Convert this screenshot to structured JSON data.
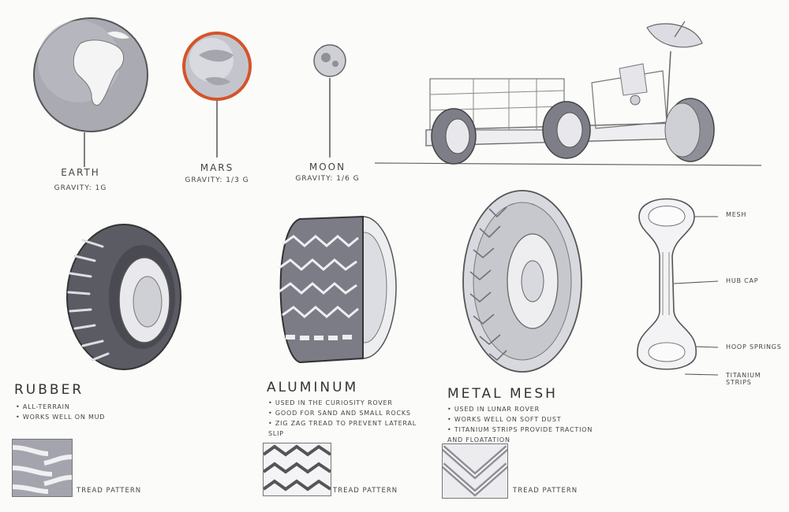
{
  "planets": [
    {
      "name": "Earth",
      "gravity": "Gravity: 1G"
    },
    {
      "name": "Mars",
      "gravity": "Gravity: 1/3 G"
    },
    {
      "name": "Moon",
      "gravity": "Gravity: 1/6 G"
    }
  ],
  "tires": [
    {
      "title": "Rubber",
      "notes": [
        "All-terrain",
        "Works well on mud"
      ],
      "tread_label": "Tread pattern"
    },
    {
      "title": "Aluminum",
      "notes": [
        "Used in the Curiosity rover",
        "Good for sand and small rocks",
        "Zig zag tread to prevent lateral slip"
      ],
      "tread_label": "Tread pattern"
    },
    {
      "title": "Metal Mesh",
      "notes": [
        "Used in lunar rover",
        "Works well on soft dust",
        "Titanium strips provide traction and floatation"
      ],
      "tread_label": "Tread pattern"
    }
  ],
  "callouts": [
    "Mesh",
    "Hub cap",
    "Hoop springs",
    "Titanium strips"
  ],
  "colors": {
    "ink": "#3a3a3a",
    "marker_gray": "#9a9aa2",
    "mars_orange": "#d4542a",
    "paper": "#fbfbfa"
  },
  "icons": [
    "earth-icon",
    "mars-icon",
    "moon-icon",
    "lunar-rover-icon",
    "rubber-tire-icon",
    "aluminum-wheel-icon",
    "mesh-wheel-icon",
    "spring-element-icon"
  ]
}
